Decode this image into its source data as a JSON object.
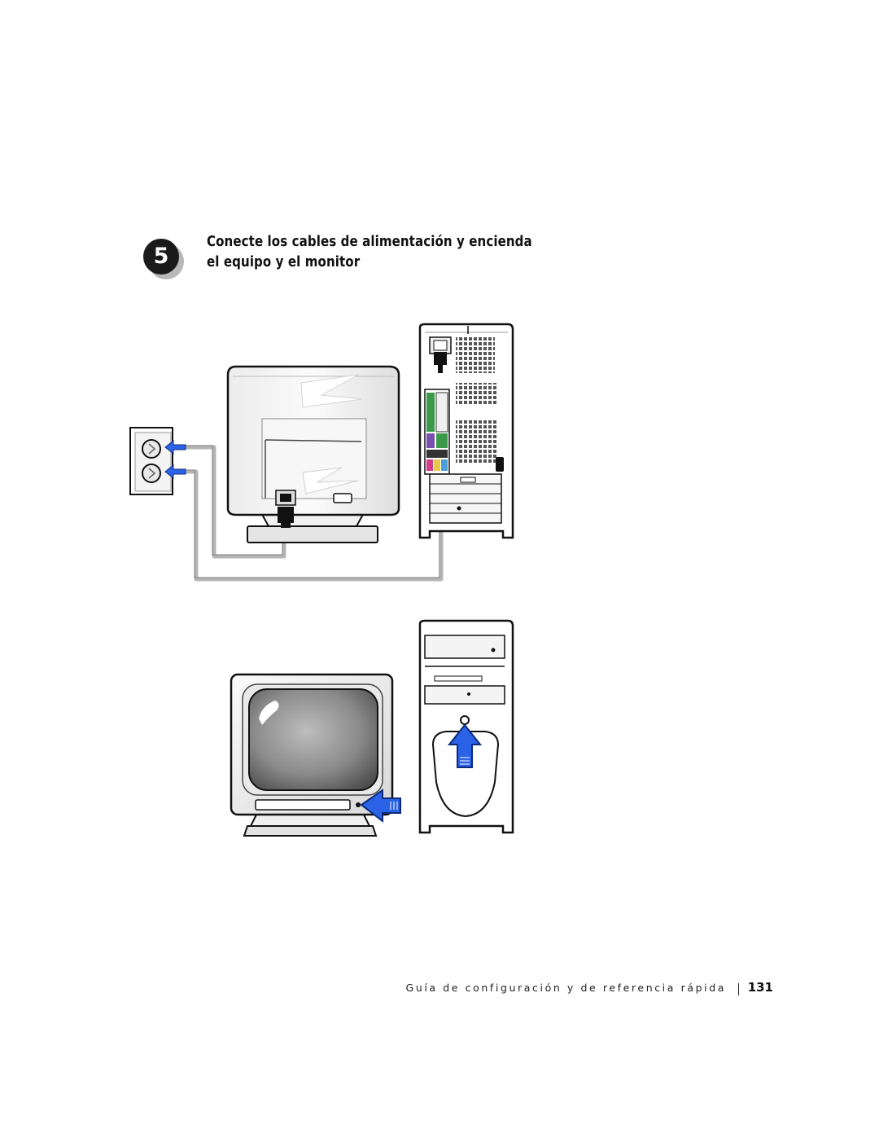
{
  "step": {
    "number": "5",
    "title": "Conecte los cables de alimentación y encienda el equipo y el monitor"
  },
  "figures": {
    "cabling": {
      "icons": [
        "power-outlet-icon",
        "monitor-back-icon",
        "computer-back-icon",
        "power-cable-icon",
        "arrow-left-icon"
      ]
    },
    "power_on": {
      "icons": [
        "monitor-front-icon",
        "computer-front-icon",
        "arrow-left-icon",
        "arrow-up-icon"
      ]
    }
  },
  "colors": {
    "arrow": "#2a62e8",
    "cable": "#b5b5b5",
    "outline": "#111111"
  },
  "footer": {
    "title": "Guía de configuración y de referencia rápida",
    "page": "131"
  }
}
